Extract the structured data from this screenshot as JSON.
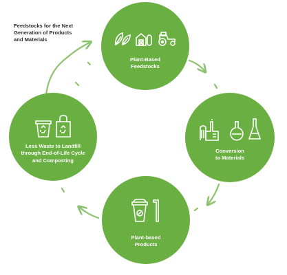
{
  "caption": [
    "Feedstocks for the Next",
    "Generation of Products",
    "and Materials"
  ],
  "colors": {
    "circle": "#6aaf42",
    "arrow": "#8dc26f",
    "text": "#2b2b2b"
  },
  "nodes": [
    {
      "label": [
        "Plant-Based",
        "Feedstocks"
      ],
      "icons": [
        "leaves-icon",
        "barn-icon",
        "tractor-icon"
      ]
    },
    {
      "label": [
        "Conversion",
        "to Materials"
      ],
      "icons": [
        "factory-icon",
        "flask-icon",
        "beaker-icon"
      ]
    },
    {
      "label": [
        "Plant-based",
        "Products"
      ],
      "icons": [
        "coffee-cup-icon",
        "straw-icon"
      ]
    },
    {
      "label": [
        "Less Waste to Landfill",
        "through  End-of-Life Cycle",
        "and Composting"
      ],
      "icons": [
        "recycle-bin-icon",
        "recycle-bag-icon"
      ]
    }
  ]
}
